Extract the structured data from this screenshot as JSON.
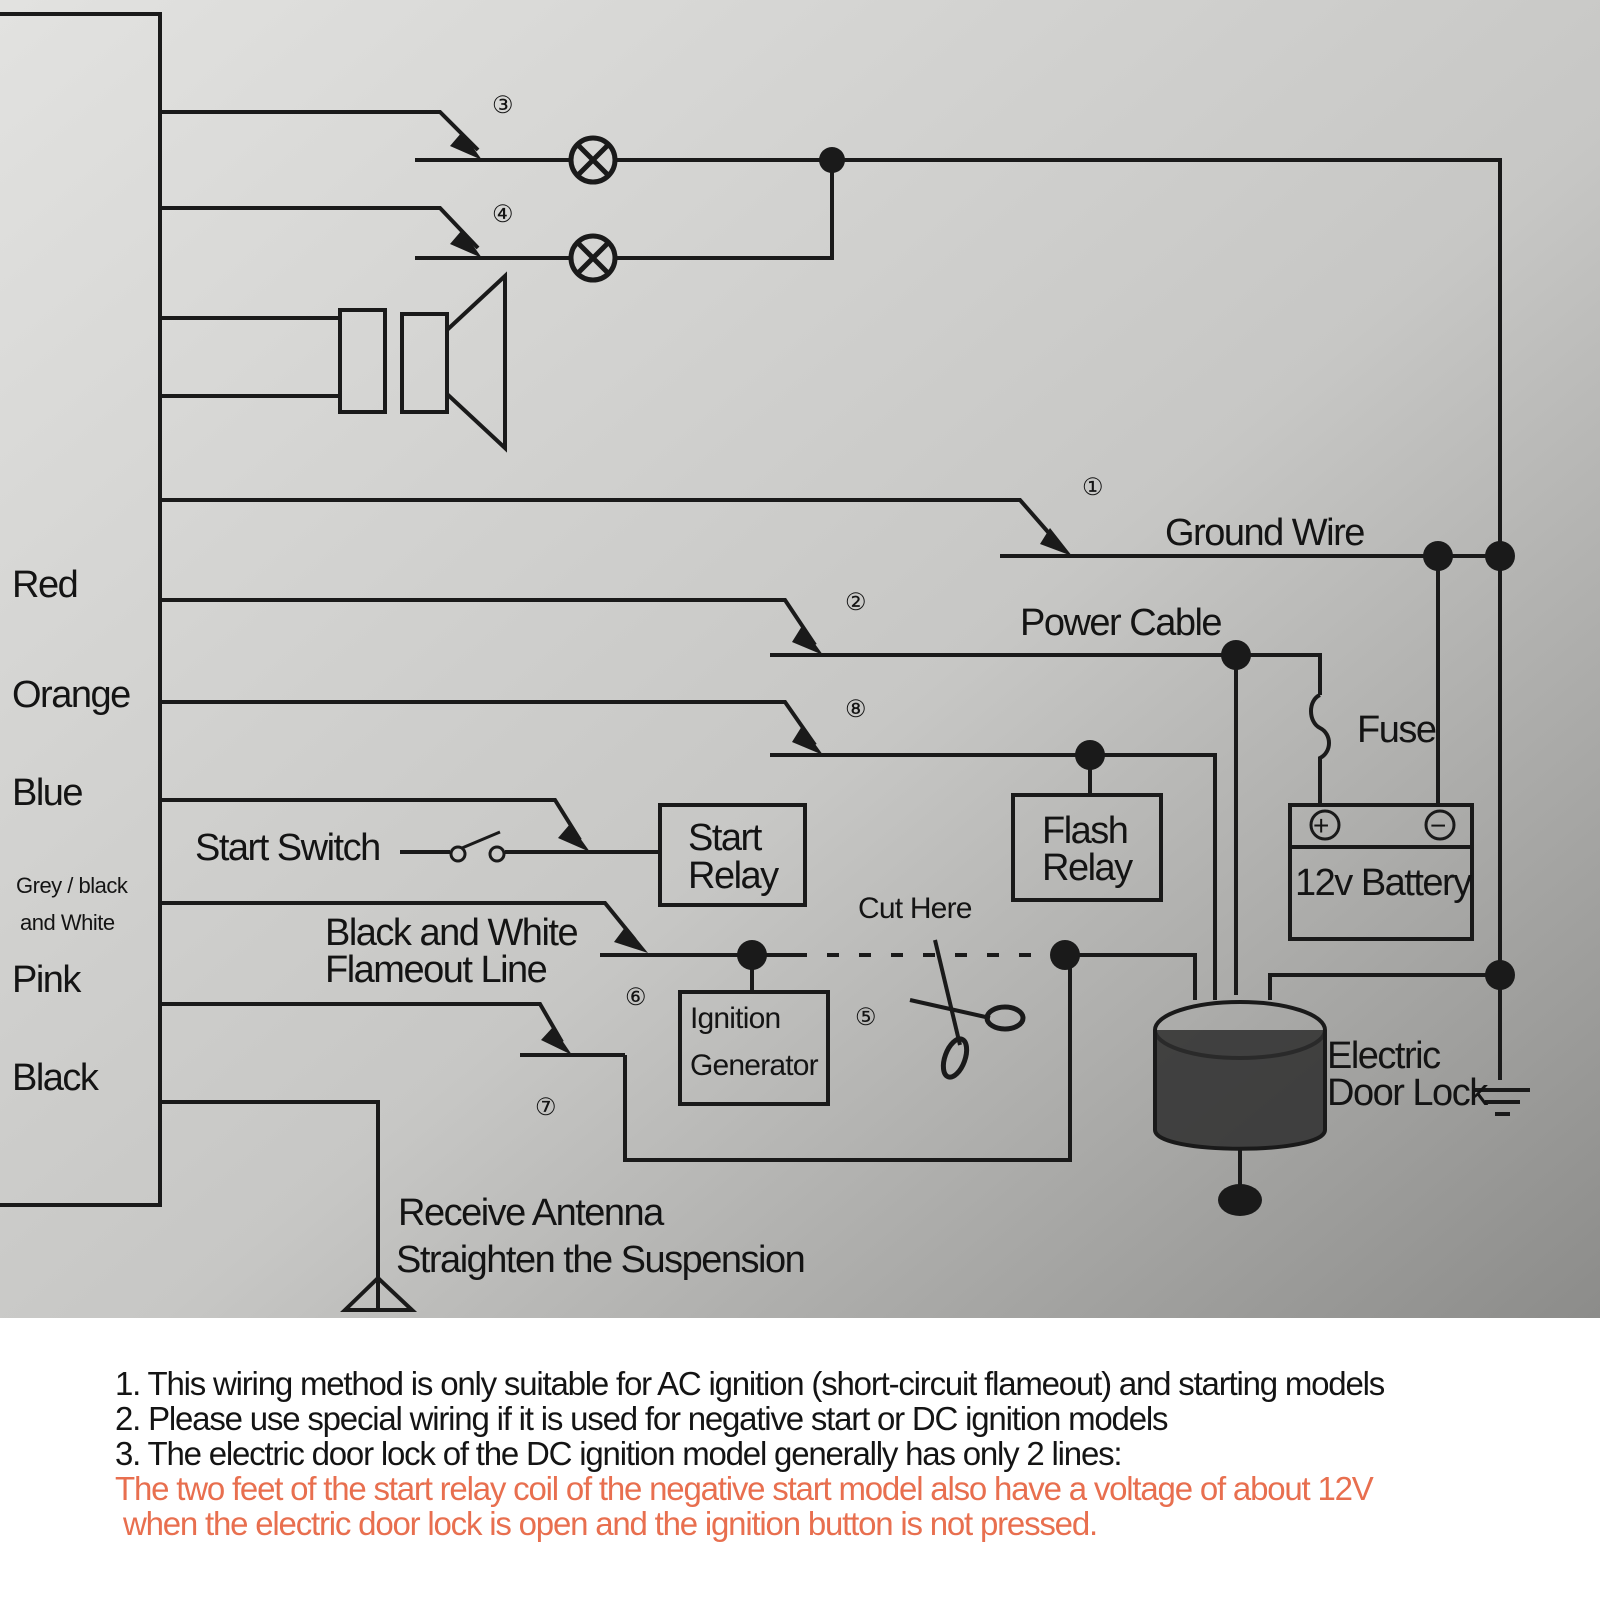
{
  "wire_colors": [
    {
      "key": "red",
      "label": "Red"
    },
    {
      "key": "orange",
      "label": "Orange"
    },
    {
      "key": "blue",
      "label": "Blue"
    },
    {
      "key": "grey",
      "label_line1": "Grey / black",
      "label_line2": "and White"
    },
    {
      "key": "pink",
      "label": "Pink"
    },
    {
      "key": "black",
      "label": "Black"
    }
  ],
  "markers": {
    "m1": "①",
    "m2": "②",
    "m3": "③",
    "m4": "④",
    "m5": "⑤",
    "m6": "⑥",
    "m7": "⑦",
    "m8": "⑧"
  },
  "labels": {
    "ground_wire": "Ground Wire",
    "power_cable": "Power Cable",
    "fuse": "Fuse",
    "battery": "12v Battery",
    "battery_plus": "+",
    "battery_minus": "−",
    "start_switch": "Start Switch",
    "start_relay_l1": "Start",
    "start_relay_l2": "Relay",
    "flash_relay_l1": "Flash",
    "flash_relay_l2": "Relay",
    "cut_here": "Cut Here",
    "flameout_l1": "Black and White",
    "flameout_l2": "Flameout Line",
    "ignition_l1": "Ignition",
    "ignition_l2": "Generator",
    "door_lock_l1": "Electric",
    "door_lock_l2": "Door Lock",
    "antenna_l1": "Receive Antenna",
    "antenna_l2": "Straighten the Suspension"
  },
  "notes": [
    {
      "text": "1. This wiring method is only suitable for AC ignition (short-circuit flameout) and starting models",
      "color": "#141414"
    },
    {
      "text": "2. Please use special wiring if it is used for negative start or DC ignition models",
      "color": "#141414"
    },
    {
      "text": "3. The electric door lock of the DC ignition model generally has only 2 lines:",
      "color": "#141414"
    },
    {
      "text": "The two feet of the start relay coil of the negative start model also have a voltage of about 12V",
      "color": "#e86f4f"
    },
    {
      "text": " when the electric door lock is open and the ignition button is not pressed.",
      "color": "#e86f4f"
    }
  ],
  "colors": {
    "paper_light": "#dededc",
    "paper_dark": "#8f8f8d",
    "ink": "#1a1a1a",
    "note_red": "#e86f4f"
  }
}
